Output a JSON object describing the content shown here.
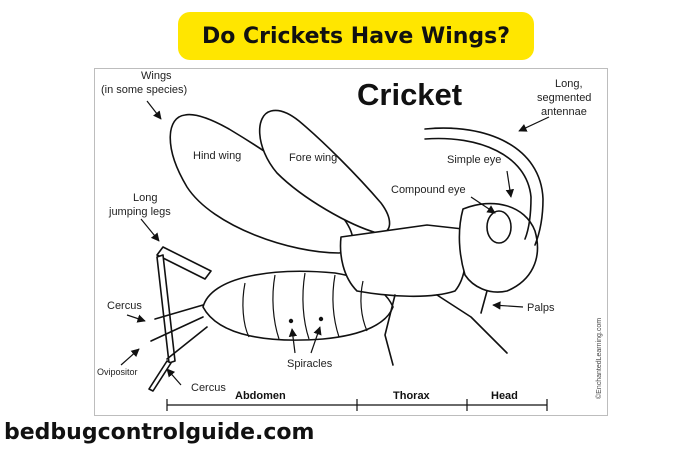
{
  "header": {
    "title": "Do Crickets Have Wings?"
  },
  "diagram": {
    "title": "Cricket",
    "labels": {
      "wings_line1": "Wings",
      "wings_line2": "(in some species)",
      "hind_wing": "Hind wing",
      "fore_wing": "Fore wing",
      "antennae_line1": "Long,",
      "antennae_line2": "segmented",
      "antennae_line3": "antennae",
      "simple_eye": "Simple eye",
      "compound_eye": "Compound eye",
      "legs_line1": "Long",
      "legs_line2": "jumping legs",
      "cercus_top": "Cercus",
      "ovipositor": "Ovipositor",
      "cercus_bottom": "Cercus",
      "spiracles": "Spiracles",
      "palps": "Palps",
      "abdomen": "Abdomen",
      "thorax": "Thorax",
      "head": "Head"
    },
    "credit": "©EnchantedLearning.com"
  },
  "footer": {
    "site": "bedbugcontrolguide.com"
  }
}
